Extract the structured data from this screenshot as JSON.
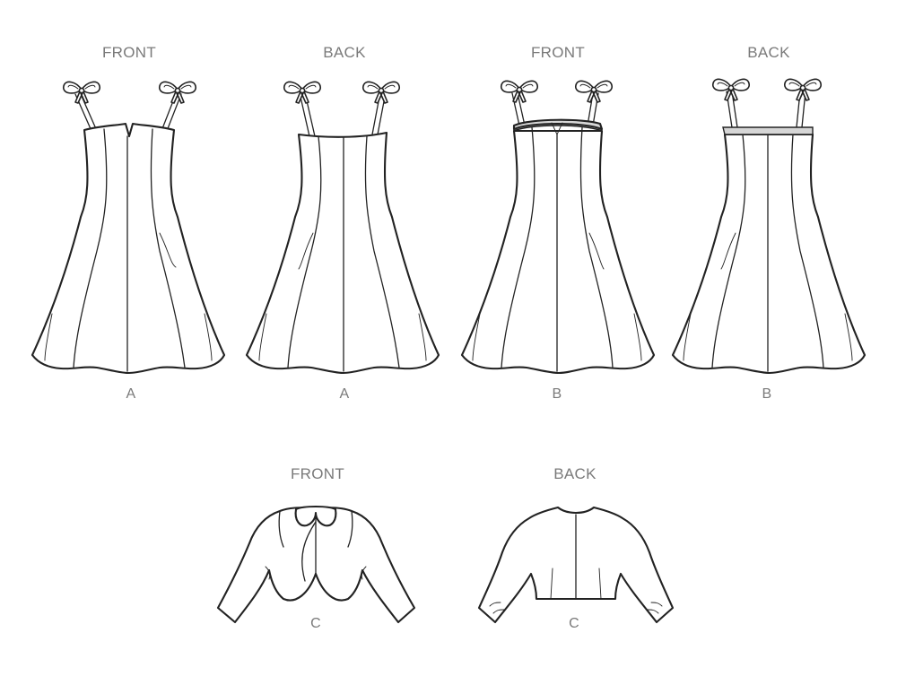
{
  "views": [
    {
      "id": "a-front",
      "view_label": "FRONT",
      "letter": "A"
    },
    {
      "id": "a-back",
      "view_label": "BACK",
      "letter": "A"
    },
    {
      "id": "b-front",
      "view_label": "FRONT",
      "letter": "B"
    },
    {
      "id": "b-back",
      "view_label": "BACK",
      "letter": "B"
    },
    {
      "id": "c-front",
      "view_label": "FRONT",
      "letter": "C"
    },
    {
      "id": "c-back",
      "view_label": "BACK",
      "letter": "C"
    }
  ],
  "colors": {
    "line": "#222222",
    "label": "#7a7a7a",
    "band_fill": "#d6d6d6",
    "background": "#ffffff"
  }
}
